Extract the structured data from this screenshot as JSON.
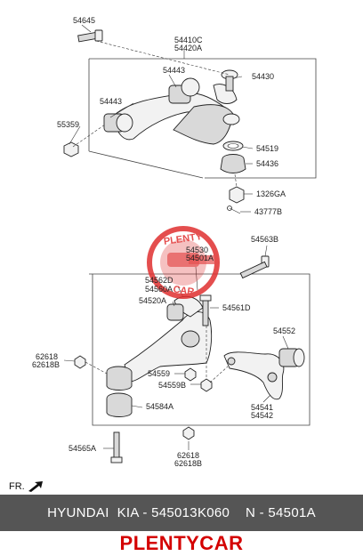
{
  "callouts": {
    "c54645": "54645",
    "c54410C": "54410C",
    "c54420A": "54420A",
    "c54443a": "54443",
    "c54443b": "54443",
    "c54430": "54430",
    "c55359": "55359",
    "c54519": "54519",
    "c54436": "54436",
    "c1326GA": "1326GA",
    "c43777B": "43777B",
    "c54563B": "54563B",
    "c54530": "54530",
    "c54501A": "54501A",
    "c54562D": "54562D",
    "c54560A": "54560A",
    "c54520A": "54520A",
    "c54561D": "54561D",
    "c54552": "54552",
    "c62618a": "62618",
    "c62618Ba": "62618B",
    "c54559": "54559",
    "c54559B": "54559B",
    "c54584A": "54584A",
    "c54541": "54541",
    "c54542": "54542",
    "c54565A": "54565A",
    "c62618b": "62618",
    "c62618Bb": "62618B"
  },
  "direction": {
    "label": "FR."
  },
  "footer": {
    "text": "HYUNDAI  KIA - 545013K060    N - 54501A"
  },
  "watermark": {
    "top": "PLENTY",
    "bottom": "CAR"
  },
  "brand": "PLENTYCAR",
  "colors": {
    "band": "#555555",
    "brand": "#d40000",
    "watermark": "#e03030"
  }
}
